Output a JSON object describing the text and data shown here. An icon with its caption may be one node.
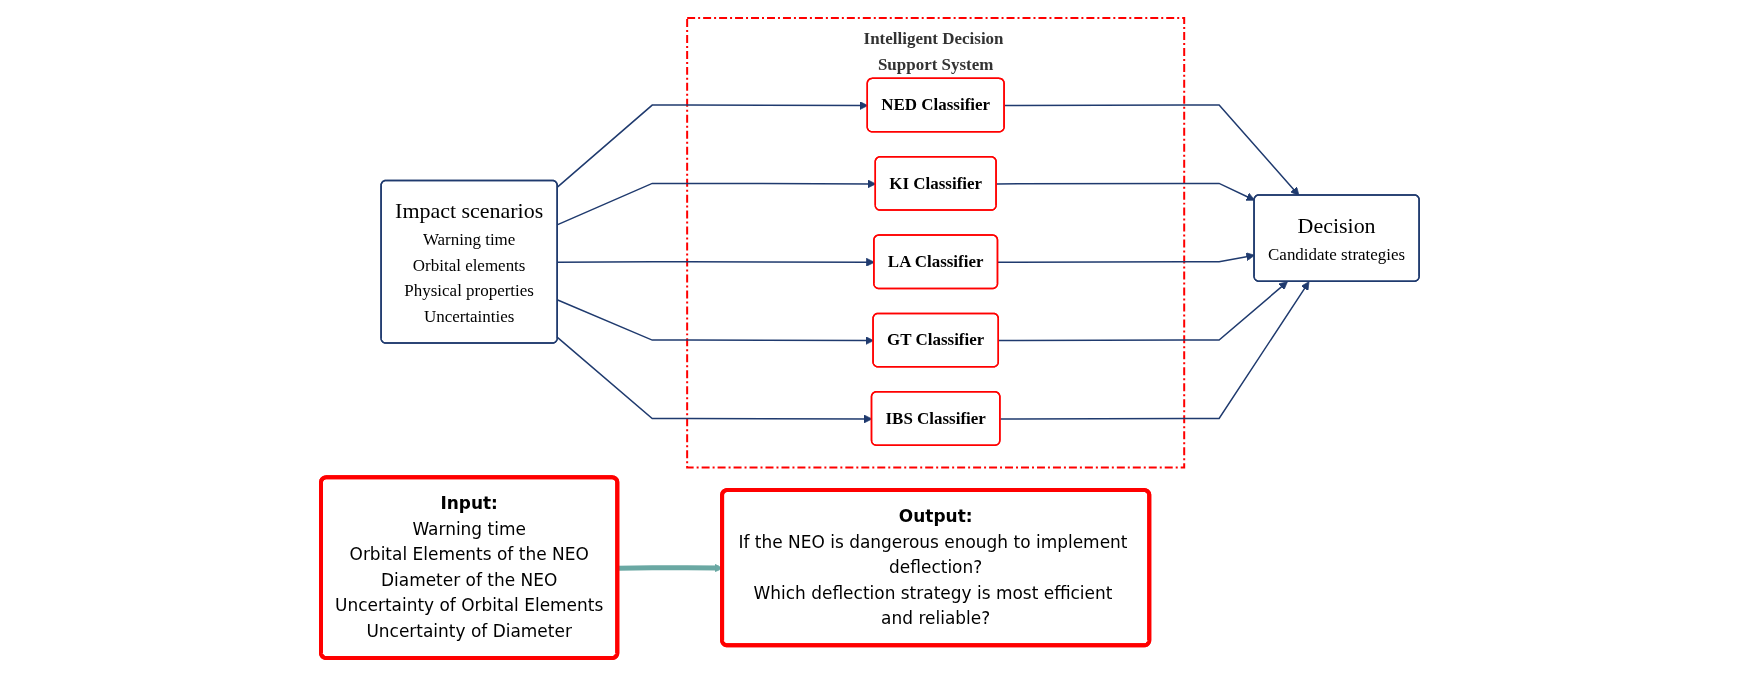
{
  "diagram": {
    "nodes": [
      {
        "text": [
          "Input:",
          "Warning time",
          "Orbital Elements of the NEO",
          "Diameter of the NEO",
          "Uncertainty of Orbital Elements",
          "Uncertainty of Diameter"
        ]
      },
      {
        "text": [
          "Output:",
          "If the NEO is dangerous enough to implement deflection?",
          "Which deflection strategy is most efficient and reliable?"
        ]
      },
      {
        "text": [
          "Impact scenarios",
          "Warning time",
          "Orbital elements",
          "Physical properties",
          "Uncertainties"
        ]
      },
      {
        "text": [
          "Intelligent Decision Support System"
        ]
      },
      {
        "text": [
          "NED Classifier"
        ],
        "in": 3
      },
      {
        "text": [
          "KI Classifier"
        ],
        "in": 3
      },
      {
        "text": [
          "LA Classifier"
        ],
        "in": 3
      },
      {
        "text": [
          "GT Classifier"
        ],
        "in": 3
      },
      {
        "text": [
          "IBS Classifier"
        ],
        "in": 3
      },
      {
        "text": [
          "Decision",
          "Candidate strategies"
        ]
      }
    ],
    "edges": [
      {
        "from": 0,
        "to": 1,
        "arrow": "to",
        "style": "thick",
        "color": "#6aa8a3"
      },
      {
        "from": 2,
        "to": 4,
        "arrow": "to"
      },
      {
        "from": 2,
        "to": 5,
        "arrow": "to"
      },
      {
        "from": 2,
        "to": 6,
        "arrow": "to"
      },
      {
        "from": 2,
        "to": 7,
        "arrow": "to"
      },
      {
        "from": 2,
        "to": 8,
        "arrow": "to"
      },
      {
        "from": 4,
        "to": 9,
        "arrow": "to"
      },
      {
        "from": 5,
        "to": 9,
        "arrow": "to"
      },
      {
        "from": 6,
        "to": 9,
        "arrow": "to"
      },
      {
        "from": 7,
        "to": 9,
        "arrow": "to"
      },
      {
        "from": 8,
        "to": 9,
        "arrow": "to"
      }
    ]
  }
}
